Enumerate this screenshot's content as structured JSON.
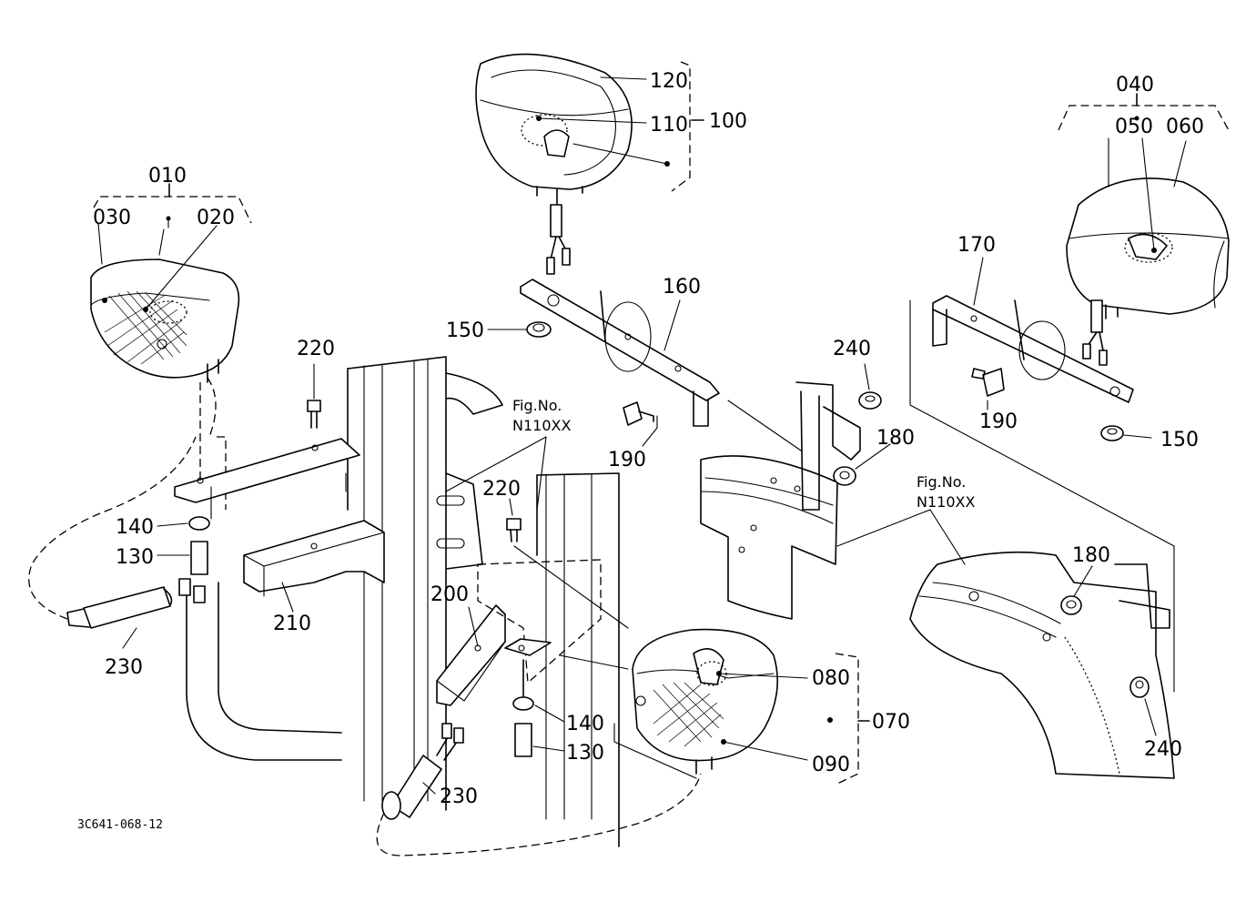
{
  "callouts": {
    "c010": "010",
    "c020": "020",
    "c030": "030",
    "c040": "040",
    "c050": "050",
    "c060": "060",
    "c070": "070",
    "c080": "080",
    "c090": "090",
    "c100": "100",
    "c110": "110",
    "c120": "120",
    "c130a": "130",
    "c130b": "130",
    "c140a": "140",
    "c140b": "140",
    "c150a": "150",
    "c150b": "150",
    "c160": "160",
    "c170": "170",
    "c180a": "180",
    "c180b": "180",
    "c190a": "190",
    "c190b": "190",
    "c200": "200",
    "c210": "210",
    "c220a": "220",
    "c220b": "220",
    "c230a": "230",
    "c230b": "230",
    "c240a": "240",
    "c240b": "240"
  },
  "references": {
    "ref1_line1": "Fig.No.",
    "ref1_line2": "N110XX",
    "ref2_line1": "Fig.No.",
    "ref2_line2": "N110XX"
  },
  "drawing_code": "3C641-068-12"
}
